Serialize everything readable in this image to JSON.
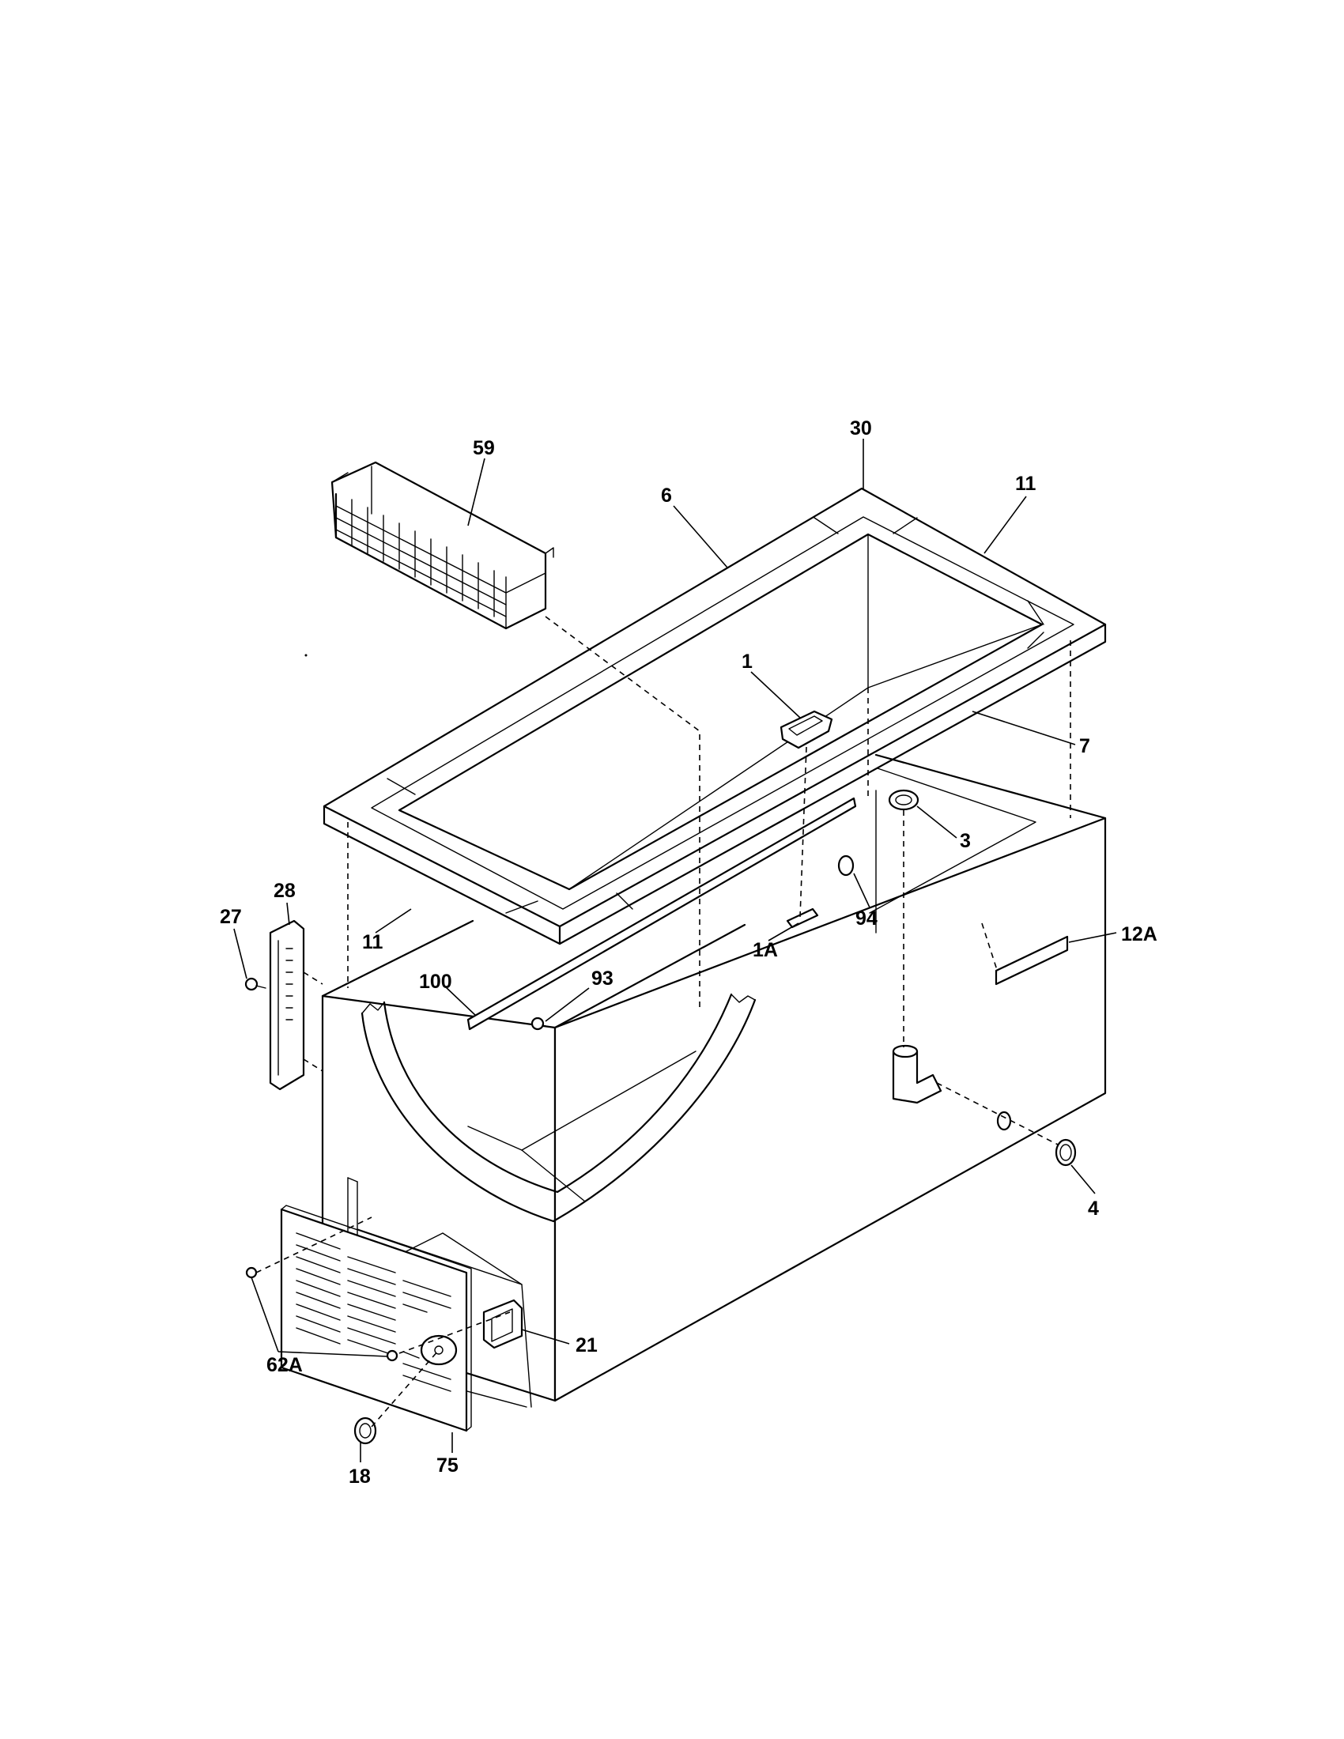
{
  "callouts": {
    "c59": "59",
    "c30": "30",
    "c6": "6",
    "c11_top": "11",
    "c1": "1",
    "c7": "7",
    "c3": "3",
    "c28": "28",
    "c27": "27",
    "c11_left": "11",
    "c94": "94",
    "c1A": "1A",
    "c12A": "12A",
    "c100": "100",
    "c93": "93",
    "c4": "4",
    "c21": "21",
    "c62A": "62A",
    "c18": "18",
    "c75": "75"
  }
}
